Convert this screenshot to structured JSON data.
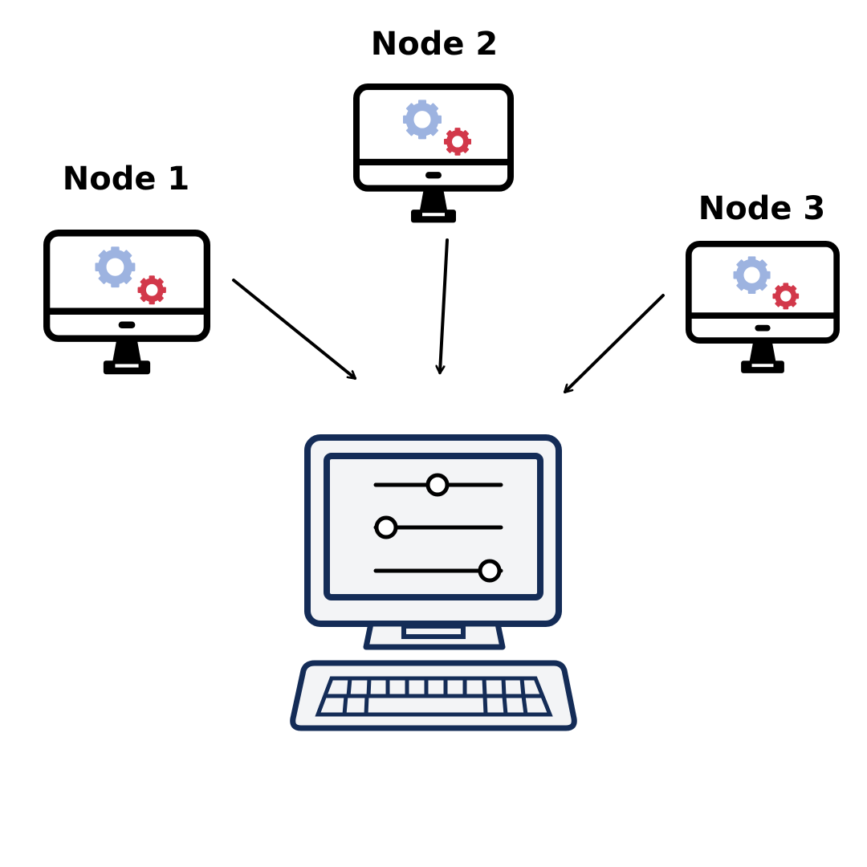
{
  "nodes": [
    {
      "id": "node-1",
      "label": "Node 1"
    },
    {
      "id": "node-2",
      "label": "Node 2"
    },
    {
      "id": "node-3",
      "label": "Node 3"
    }
  ],
  "icons": {
    "node_computer": "monitor-with-gears-icon",
    "central_computer": "desktop-computer-with-sliders-icon"
  },
  "colors": {
    "node_outline": "#000000",
    "gear_large": "#9db3e0",
    "gear_small": "#d2384a",
    "central_outline": "#142c57",
    "central_screen_fill": "#f3f4f6",
    "arrow": "#000000"
  }
}
